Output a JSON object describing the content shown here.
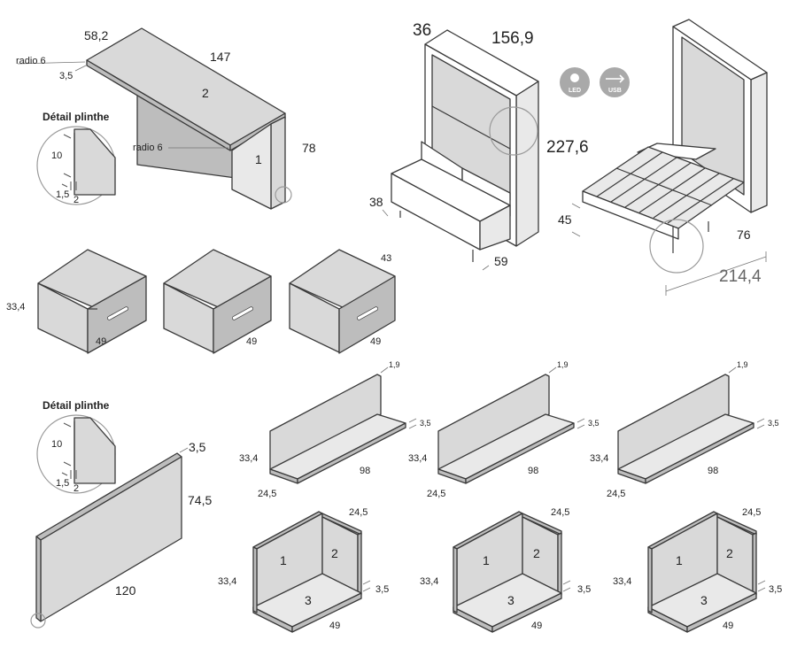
{
  "desk": {
    "depth": "58,2",
    "width": "147",
    "height": "78",
    "top_thickness": "3,5",
    "radius_top": "radio 6",
    "radius_bottom": "radio 6",
    "part_top": "2",
    "part_side": "1"
  },
  "plinth_detail_1": {
    "title": "Détail plinthe",
    "height": "10",
    "gap": "1,5",
    "thickness": "2"
  },
  "plinth_detail_2": {
    "title": "Détail plinthe",
    "height": "10",
    "gap": "1,5",
    "thickness": "2"
  },
  "bed_closed": {
    "depth": "36",
    "width": "156,9",
    "height": "227,6",
    "seat_height": "38",
    "sofa_depth": "59"
  },
  "bed_open": {
    "height": "45",
    "depth": "76",
    "length": "214,4"
  },
  "badges": {
    "led": "LED",
    "usb": "USB"
  },
  "drawers": [
    {
      "height": "33,4",
      "width": "49",
      "depth": ""
    },
    {
      "width": "49"
    },
    {
      "width": "49",
      "depth": "43"
    }
  ],
  "panel": {
    "thickness": "3,5",
    "height": "74,5",
    "width": "120"
  },
  "shelves": [
    {
      "top": "1,9",
      "thick": "3,5",
      "height": "33,4",
      "width": "98",
      "depth": "24,5"
    },
    {
      "top": "1,9",
      "thick": "3,5",
      "height": "33,4",
      "width": "98",
      "depth": "24,5"
    },
    {
      "top": "1,9",
      "thick": "3,5",
      "height": "33,4",
      "width": "98",
      "depth": "24,5"
    }
  ],
  "corners": [
    {
      "height": "33,4",
      "depth": "24,5",
      "thick": "3,5",
      "width": "49",
      "p1": "1",
      "p2": "2",
      "p3": "3"
    },
    {
      "height": "33,4",
      "depth": "24,5",
      "thick": "3,5",
      "width": "49",
      "p1": "1",
      "p2": "2",
      "p3": "3"
    },
    {
      "height": "33,4",
      "depth": "24,5",
      "thick": "3,5",
      "width": "49",
      "p1": "1",
      "p2": "2",
      "p3": "3"
    }
  ]
}
